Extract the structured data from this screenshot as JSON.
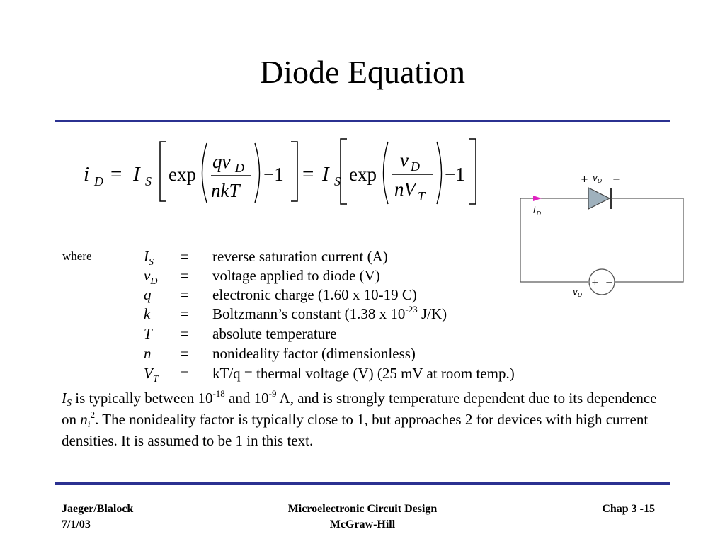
{
  "title": "Diode Equation",
  "equation": {
    "lhs_i": "i",
    "lhs_sub": "D",
    "eq": "=",
    "is_i": "I",
    "is_sub": "S",
    "exp": "exp",
    "num1_q": "qv",
    "num1_sub": "D",
    "den1": "nkT",
    "minus_one": "−1",
    "num2_v": "v",
    "num2_sub": "D",
    "den2_n": "nV",
    "den2_sub": "T"
  },
  "circuit": {
    "plus": "+",
    "minus": "−",
    "vd_v": "v",
    "vd_sub": "D",
    "id_i": "i",
    "id_sub": "D",
    "src_plus": "+",
    "src_minus": "−",
    "vd2_v": "v",
    "vd2_sub": "D"
  },
  "definitions": {
    "where": "where",
    "equals": "=",
    "rows": [
      {
        "sym": "I",
        "sub": "S",
        "desc": "reverse saturation current (A)"
      },
      {
        "sym": "v",
        "sub": "D",
        "desc": "voltage applied to diode (V)"
      },
      {
        "sym": "q",
        "sub": "",
        "desc": "electronic charge (1.60 x 10-19 C)"
      },
      {
        "sym": "k",
        "sub": "",
        "desc": "Boltzmann’s constant (1.38 x 10",
        "sup": "-23",
        "desc_tail": " J/K)"
      },
      {
        "sym": "T",
        "sub": "",
        "desc": "absolute temperature"
      },
      {
        "sym": "n",
        "sub": "",
        "desc": "nonideality factor (dimensionless)"
      },
      {
        "sym": "V",
        "sub": "T",
        "desc": "kT/q = thermal voltage (V) (25 mV at room temp.)"
      }
    ]
  },
  "paragraph": {
    "is_sym": "I",
    "is_sub": "S",
    "t1": " is typically between 10",
    "sup1": "-18",
    "t2": " and 10",
    "sup2": "-9",
    "t3": " A, and is strongly temperature dependent due to its dependence on ",
    "ni_sym": "n",
    "ni_sub": "i",
    "ni_sup": "2",
    "t4": ".  The nonideality factor is typically close to 1, but approaches 2 for devices with high current densities.  It is assumed to be 1 in this text."
  },
  "footer": {
    "authors": "Jaeger/Blalock",
    "date": "7/1/03",
    "book": "Microelectronic Circuit Design",
    "publisher": "McGraw-Hill",
    "chapter": "Chap 3 -15"
  },
  "colors": {
    "rule": "#2b3191",
    "current_arrow": "#e020c0",
    "diode_fill": "#9fb1bd"
  }
}
